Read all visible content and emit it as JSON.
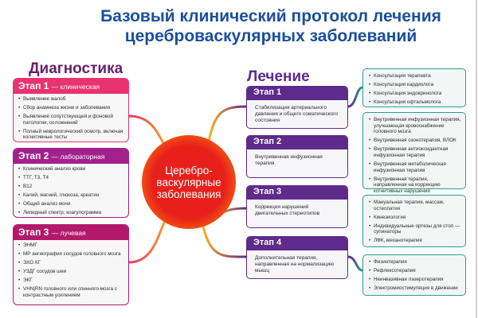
{
  "title": {
    "line1": "Базовый клинический протокол лечения",
    "line2": "цереброваскулярных заболеваний"
  },
  "center": {
    "label": "Церебро-васкулярные заболевания"
  },
  "diagnostics": {
    "heading": "Диагностика",
    "stages": [
      {
        "label": "Этап 1",
        "sub": "— клиническая",
        "color": "#e8336f",
        "items": [
          "Выявление жалоб",
          "Сбор анамнеза жизни и заболевания",
          "Выявление сопутствующей и фоновой патологии, осложнений",
          "Полный неврологический осмотр, включая когнитивные тесты"
        ]
      },
      {
        "label": "Этап 2",
        "sub": "— лабораторная",
        "color": "#a3218c",
        "items": [
          "Клинический анализ крови",
          "ТТГ, Т3, Т4",
          "B12",
          "Калий, магний, глюкоза, креатин",
          "Общий анализ мочи",
          "Липидный спектр, коагулограмма"
        ]
      },
      {
        "label": "Этап 3",
        "sub": "— лучевая",
        "color": "#b3196b",
        "items": [
          "ЭНМГ",
          "МР ангиография сосудов головного мозга",
          "ЭХО КГ",
          "УЗДГ сосудов шеи",
          "ЭКГ",
          "VHN|RN головного или спинного мозга с контрастным усилением"
        ]
      }
    ]
  },
  "treatment": {
    "heading": "Лечение",
    "color": "#5e2a8c",
    "accent": "#2a9d8f",
    "stages": [
      {
        "label": "Этап 1",
        "text": "Стабилизация артериального давления и общего соматического состояния",
        "items": [
          "Консультация терапевта",
          "Консультация кардиолога",
          "Консультация эндокринолога",
          "Консультация офтальмолога"
        ]
      },
      {
        "label": "Этап 2",
        "text": "Внутривенная инфузионная терапия",
        "items": [
          "Внутривенная инфузионная терапия, улучшающая кровоснабжение головного мозга",
          "Внутривенная озонотерапия, ВЛОК",
          "Внутривенная антиоксидантная инфузионная терапия",
          "Внутривенная метаболическая инфузионная терапия",
          "Внутривенная терапия, направленная на коррекцию когнитивных нарушений"
        ]
      },
      {
        "label": "Этап 3",
        "text": "Коррекция нарушений двигательных стереотипов",
        "items": [
          "Мануальная терапия, массаж, остеопатия",
          "Кинезиология",
          "Индивидуальные ортезы для стоп — супинаторы",
          "ЛФК, механотерапия"
        ]
      },
      {
        "label": "Этап 4",
        "text": "Дополнительная терапия, направленная на нормализацию мышц",
        "items": [
          "Физиотерапия",
          "Рефлексотерапия",
          "Неинвазивная лазеротерапия",
          "Электромиостимуляция в движении"
        ]
      }
    ]
  }
}
